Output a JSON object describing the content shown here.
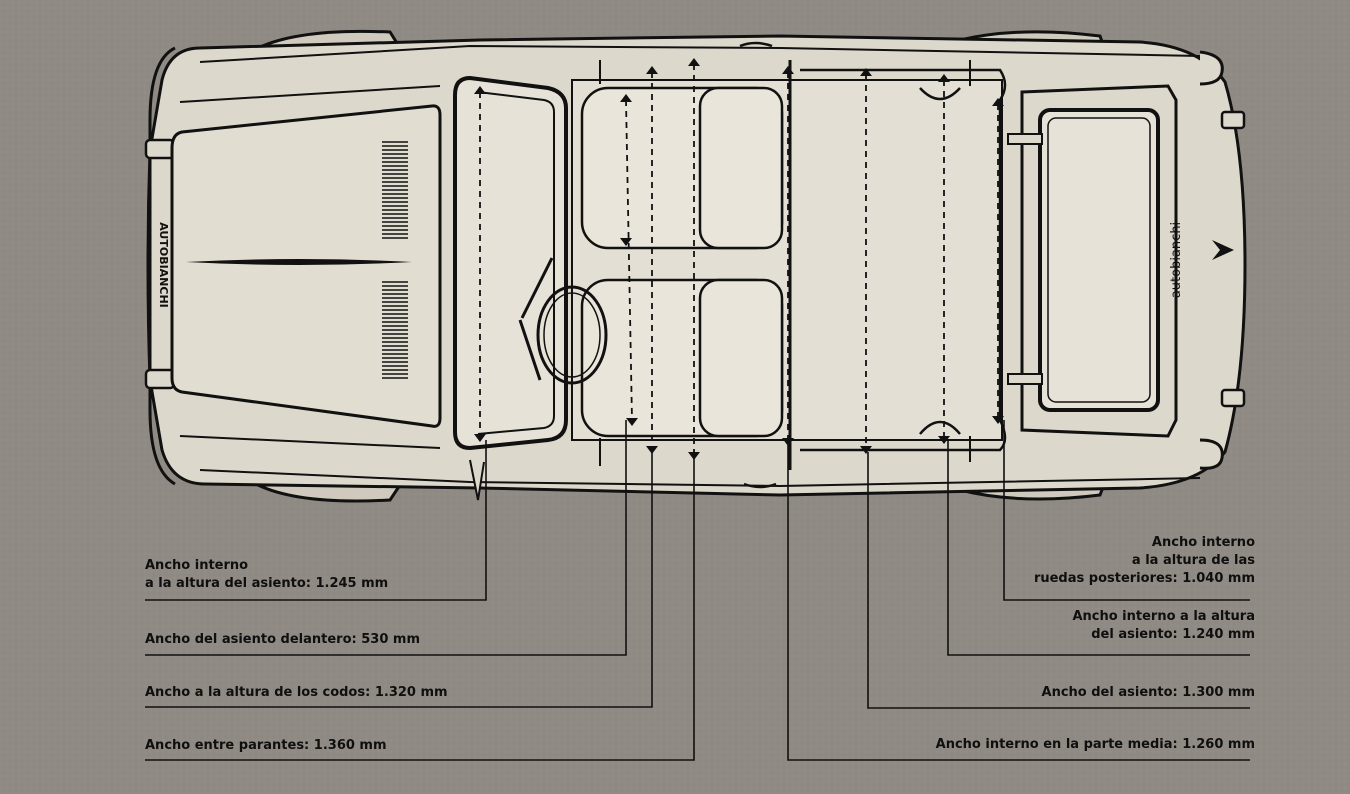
{
  "diagram": {
    "car_roof_text": "autobianchi",
    "hood_text": "AUTOBIANCHI",
    "colors": {
      "background": "#8f8b84",
      "body": "#ddd8cc",
      "ink": "#161616"
    },
    "labels_left": [
      {
        "id": "ancho-interno-asiento",
        "lines": [
          "Ancho interno",
          "a la altura del asiento: 1.245 mm"
        ]
      },
      {
        "id": "ancho-asiento-delantero",
        "lines": [
          "Ancho del asiento delantero: 530 mm"
        ]
      },
      {
        "id": "ancho-codos",
        "lines": [
          "Ancho a la altura de los codos: 1.320 mm"
        ]
      },
      {
        "id": "ancho-parantes",
        "lines": [
          "Ancho entre parantes: 1.360 mm"
        ]
      }
    ],
    "labels_right": [
      {
        "id": "ancho-ruedas-posteriores",
        "lines": [
          "Ancho interno",
          "a la altura de las",
          "ruedas posteriores: 1.040 mm"
        ]
      },
      {
        "id": "ancho-interno-asiento-trasero",
        "lines": [
          "Ancho interno a la altura",
          "del asiento: 1.240 mm"
        ]
      },
      {
        "id": "ancho-asiento-trasero",
        "lines": [
          "Ancho del asiento: 1.300 mm"
        ]
      },
      {
        "id": "ancho-parte-media",
        "lines": [
          "Ancho interno en la parte media: 1.260 mm"
        ]
      }
    ]
  }
}
